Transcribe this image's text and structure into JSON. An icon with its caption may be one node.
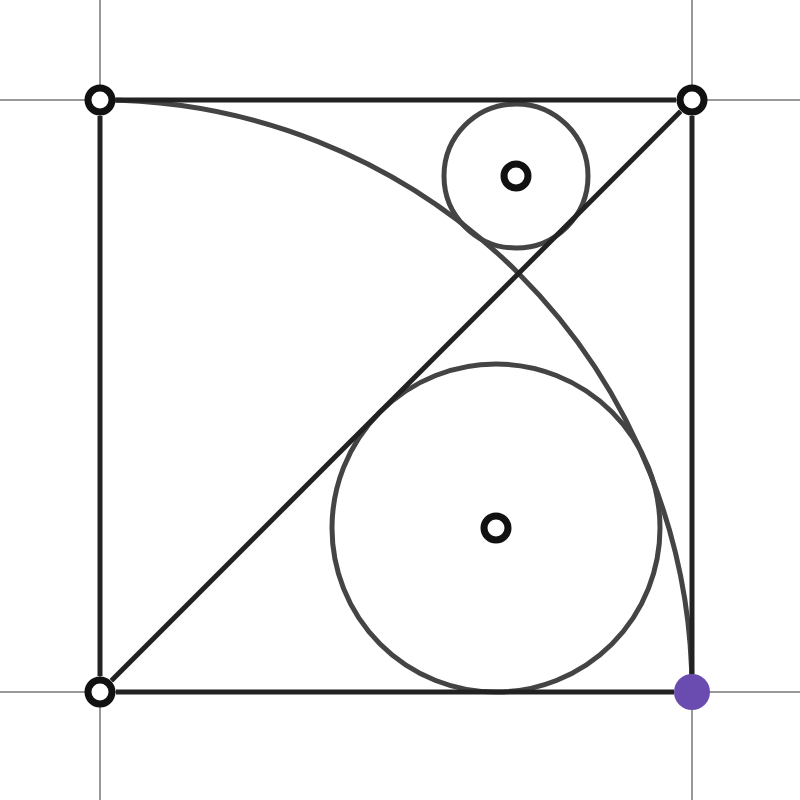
{
  "diagram": {
    "nodes": [
      {
        "text": [],
        "shape": "circle"
      },
      {
        "text": [],
        "shape": "circle"
      },
      {
        "text": [],
        "shape": "circle"
      },
      {
        "text": [],
        "shape": "circle"
      },
      {
        "text": [],
        "shape": "circle"
      },
      {
        "text": [],
        "shape": "circle"
      }
    ],
    "edges": [
      {
        "from": 0,
        "to": 1,
        "arrow": "none"
      },
      {
        "from": 1,
        "to": 5,
        "arrow": "none"
      },
      {
        "from": 4,
        "to": 5,
        "arrow": "none"
      },
      {
        "from": 0,
        "to": 4,
        "arrow": "none"
      },
      {
        "from": 4,
        "to": 1,
        "arrow": "none"
      }
    ]
  }
}
